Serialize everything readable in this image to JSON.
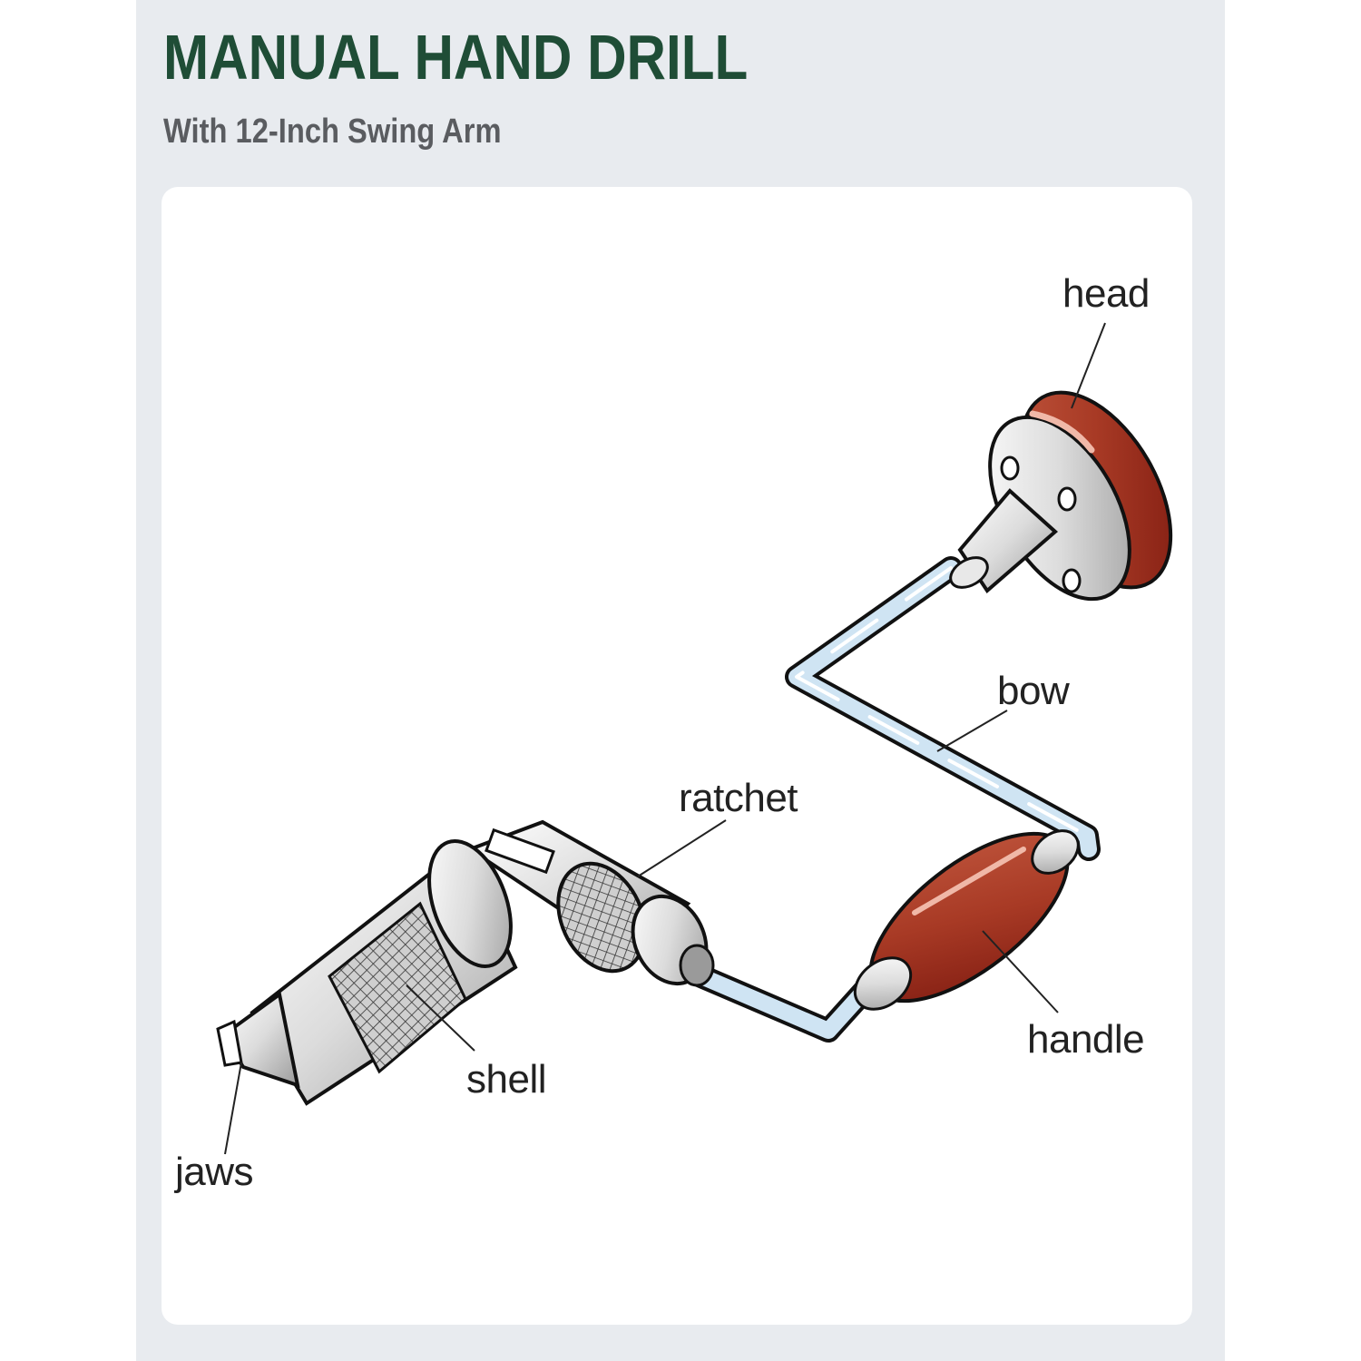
{
  "header": {
    "title": "MANUAL HAND DRILL",
    "subtitle": "With 12-Inch Swing Arm"
  },
  "colors": {
    "title": "#1f4d36",
    "subtitle": "#5a5c60",
    "panel_background": "#e8ebef",
    "card_background": "#ffffff",
    "wood": "#a83a25",
    "metal": "#d9d9d9",
    "bow_steel": "#cfe4f3"
  },
  "diagram": {
    "labels": {
      "head": "head",
      "bow": "bow",
      "ratchet": "ratchet",
      "handle": "handle",
      "shell": "shell",
      "jaws": "jaws"
    }
  }
}
